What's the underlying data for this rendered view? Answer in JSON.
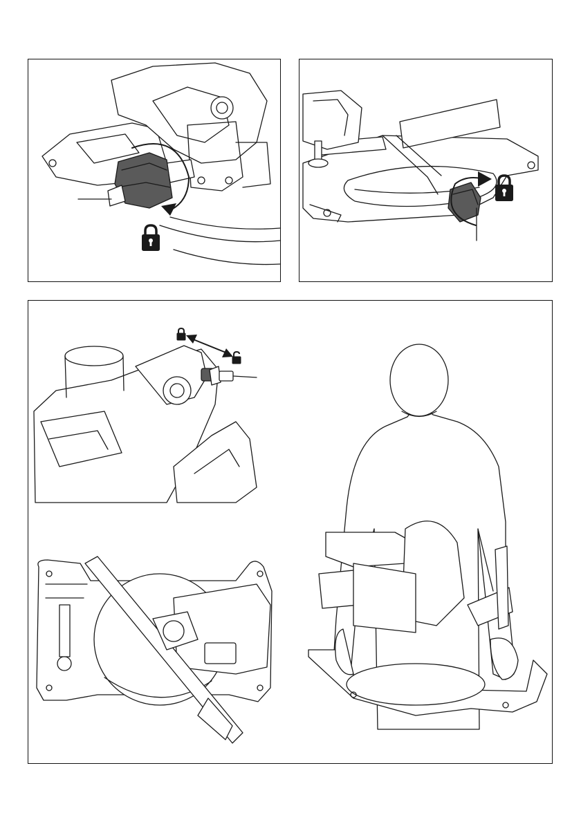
{
  "figures": [
    {
      "id": "fig-top-left",
      "description_role": "knob-lock",
      "icon": "padlock-locked-icon"
    },
    {
      "id": "fig-top-right",
      "description_role": "knob-lock",
      "icon": "padlock-locked-icon"
    },
    {
      "id": "fig-bottom",
      "icons": [
        "padlock-locked-icon",
        "padlock-unlocked-icon",
        "double-arrow-icon"
      ]
    }
  ],
  "colors": {
    "line": "#1a1a1a",
    "knob_fill": "#5a5a5a",
    "background": "#ffffff"
  }
}
